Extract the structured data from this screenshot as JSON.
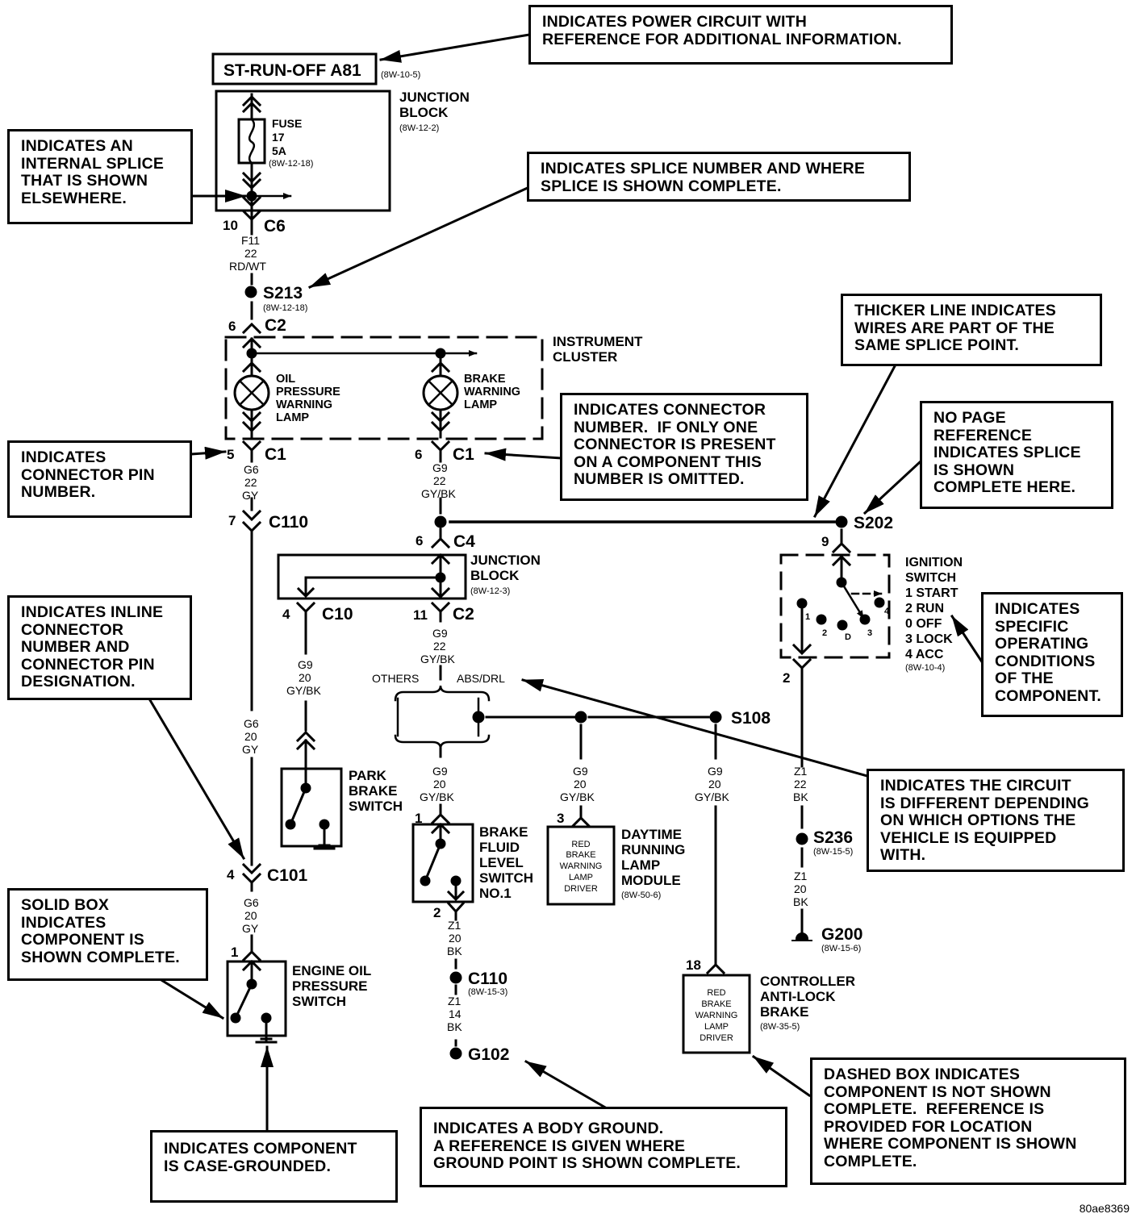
{
  "figure_id": "80ae8369",
  "power_source": {
    "label": "ST-RUN-OFF A81",
    "ref": "(8W-10-5)"
  },
  "callouts": {
    "power_circuit": "INDICATES POWER CIRCUIT WITH\nREFERENCE FOR ADDITIONAL INFORMATION.",
    "internal_splice": "INDICATES AN\nINTERNAL SPLICE\nTHAT IS SHOWN\nELSEWHERE.",
    "splice_number": "INDICATES SPLICE NUMBER AND WHERE\nSPLICE IS SHOWN COMPLETE.",
    "thicker_line": "THICKER LINE INDICATES\nWIRES ARE PART OF THE\nSAME SPLICE POINT.",
    "no_page_ref": "NO PAGE\nREFERENCE\nINDICATES SPLICE\nIS SHOWN\nCOMPLETE HERE.",
    "connector_number": "INDICATES CONNECTOR\nNUMBER.  IF ONLY ONE\nCONNECTOR IS PRESENT\nON A COMPONENT THIS\nNUMBER IS OMITTED.",
    "connector_pin": "INDICATES\nCONNECTOR PIN\nNUMBER.",
    "inline_connector": "INDICATES INLINE\nCONNECTOR\nNUMBER AND\nCONNECTOR PIN\nDESIGNATION.",
    "operating_conditions": "INDICATES\nSPECIFIC\nOPERATING\nCONDITIONS\nOF THE\nCOMPONENT.",
    "circuit_options": "INDICATES THE CIRCUIT\nIS DIFFERENT DEPENDING\nON WHICH OPTIONS THE\nVEHICLE IS EQUIPPED\nWITH.",
    "solid_box": "SOLID BOX\nINDICATES\nCOMPONENT IS\nSHOWN COMPLETE.",
    "dashed_box": "DASHED BOX INDICATES\nCOMPONENT IS NOT SHOWN\nCOMPLETE.  REFERENCE IS\nPROVIDED FOR LOCATION\nWHERE COMPONENT IS SHOWN\nCOMPLETE.",
    "body_ground": "INDICATES A BODY GROUND.\nA REFERENCE IS GIVEN WHERE\nGROUND POINT IS SHOWN COMPLETE.",
    "case_grounded": "INDICATES COMPONENT\nIS CASE-GROUNDED."
  },
  "components": {
    "junction_block_top": {
      "name": [
        "JUNCTION",
        "BLOCK"
      ],
      "ref": "(8W-12-2)"
    },
    "fuse": {
      "lines": [
        "FUSE",
        "17",
        "5A"
      ],
      "ref": "(8W-12-18)"
    },
    "instrument_cluster": {
      "name": [
        "INSTRUMENT",
        "CLUSTER"
      ]
    },
    "oil_pressure_lamp": {
      "name": [
        "OIL",
        "PRESSURE",
        "WARNING",
        "LAMP"
      ]
    },
    "brake_warning_lamp": {
      "name": [
        "BRAKE",
        "WARNING",
        "LAMP"
      ]
    },
    "junction_block_mid": {
      "name": [
        "JUNCTION",
        "BLOCK"
      ],
      "ref": "(8W-12-3)"
    },
    "ignition_switch": {
      "name": [
        "IGNITION",
        "SWITCH"
      ],
      "positions": [
        "1 START",
        "2 RUN",
        "0 OFF",
        "3 LOCK",
        "4 ACC"
      ],
      "ref": "(8W-10-4)",
      "contacts": [
        "1",
        "2",
        "D",
        "3",
        "4"
      ]
    },
    "park_brake_switch": {
      "name": [
        "PARK",
        "BRAKE",
        "SWITCH"
      ]
    },
    "brake_fluid_switch": {
      "name": [
        "BRAKE",
        "FLUID",
        "LEVEL",
        "SWITCH",
        "NO.1"
      ]
    },
    "drl_module": {
      "name": [
        "DAYTIME",
        "RUNNING",
        "LAMP",
        "MODULE"
      ],
      "ref": "(8W-50-6)",
      "inner": [
        "RED",
        "BRAKE",
        "WARNING",
        "LAMP",
        "DRIVER"
      ]
    },
    "abs_controller": {
      "name": [
        "CONTROLLER",
        "ANTI-LOCK",
        "BRAKE"
      ],
      "ref": "(8W-35-5)",
      "inner": [
        "RED",
        "BRAKE",
        "WARNING",
        "LAMP",
        "DRIVER"
      ]
    },
    "engine_oil_switch": {
      "name": [
        "ENGINE OIL",
        "PRESSURE",
        "SWITCH"
      ]
    }
  },
  "connectors": {
    "c6": {
      "pin": "10",
      "name": "C6"
    },
    "c2_top": {
      "pin": "6",
      "name": "C2"
    },
    "c1_left": {
      "pin": "5",
      "name": "C1"
    },
    "c1_right": {
      "pin": "6",
      "name": "C1"
    },
    "c110_left": {
      "pin": "7",
      "name": "C110"
    },
    "c4": {
      "pin": "6",
      "name": "C4"
    },
    "c10": {
      "pin": "4",
      "name": "C10"
    },
    "c2_mid": {
      "pin": "11",
      "name": "C2"
    },
    "ign_top": {
      "pin": "9"
    },
    "ign_bottom": {
      "pin": "2"
    },
    "c101": {
      "pin": "4",
      "name": "C101"
    },
    "eop_pin": {
      "pin": "1"
    },
    "bfl_top": {
      "pin": "1"
    },
    "bfl_bottom": {
      "pin": "2"
    },
    "drl_pin": {
      "pin": "3"
    },
    "abs_pin": {
      "pin": "18"
    }
  },
  "splices": {
    "s213": {
      "name": "S213",
      "ref": "(8W-12-18)"
    },
    "s202": {
      "name": "S202"
    },
    "s108": {
      "name": "S108"
    },
    "s236": {
      "name": "S236",
      "ref": "(8W-15-5)"
    },
    "c110_bottom": {
      "name": "C110",
      "ref": "(8W-15-3)"
    }
  },
  "grounds": {
    "g200": {
      "name": "G200",
      "ref": "(8W-15-6)"
    },
    "g102": {
      "name": "G102"
    }
  },
  "wires": {
    "f11": [
      "F11",
      "22",
      "RD/WT"
    ],
    "g6_22": [
      "G6",
      "22",
      "GY"
    ],
    "g9_22_a": [
      "G9",
      "22",
      "GY/BK"
    ],
    "g9_22_b": [
      "G9",
      "22",
      "GY/BK"
    ],
    "g9_20_park": [
      "G9",
      "20",
      "GY/BK"
    ],
    "g6_20_a": [
      "G6",
      "20",
      "GY"
    ],
    "g6_20_b": [
      "G6",
      "20",
      "GY"
    ],
    "g9_20_bfl": [
      "G9",
      "20",
      "GY/BK"
    ],
    "g9_20_drl": [
      "G9",
      "20",
      "GY/BK"
    ],
    "g9_20_abs": [
      "G9",
      "20",
      "GY/BK"
    ],
    "z1_22": [
      "Z1",
      "22",
      "BK"
    ],
    "z1_20_ign": [
      "Z1",
      "20",
      "BK"
    ],
    "z1_20_bfl": [
      "Z1",
      "20",
      "BK"
    ],
    "z1_14": [
      "Z1",
      "14",
      "BK"
    ]
  },
  "options": {
    "others": "OTHERS",
    "abs_drl": "ABS/DRL"
  }
}
